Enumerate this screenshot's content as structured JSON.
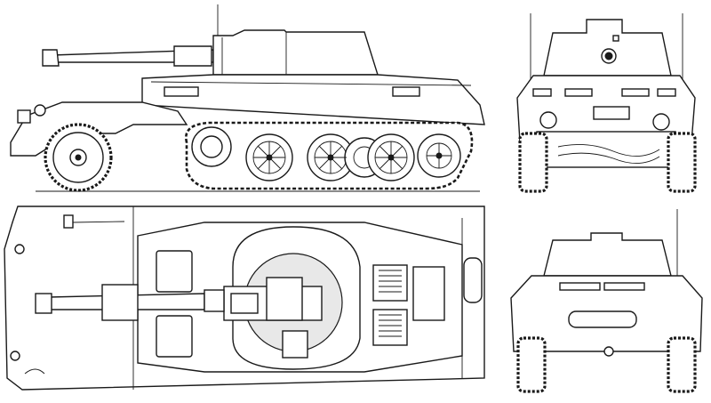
{
  "views": [
    {
      "icon": "side-view-elevation"
    },
    {
      "icon": "front-view-elevation"
    },
    {
      "icon": "top-view-plan"
    },
    {
      "icon": "rear-view-elevation"
    }
  ]
}
